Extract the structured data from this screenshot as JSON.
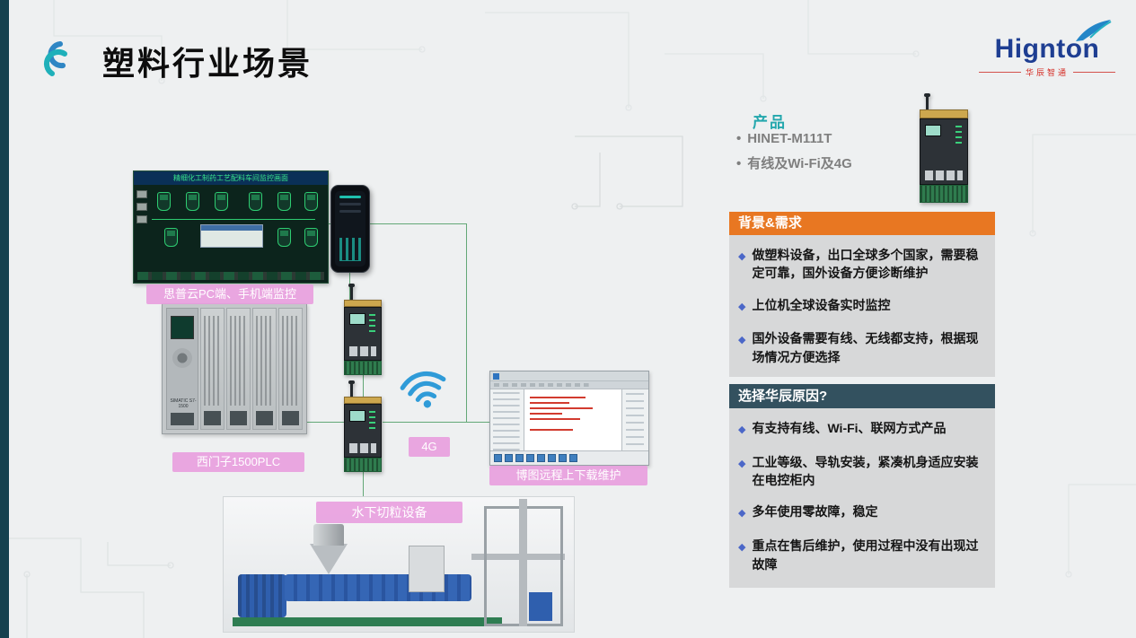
{
  "slide": {
    "title": "塑料行业场景"
  },
  "brand": {
    "name": "Hignton",
    "subtitle": "华辰智通"
  },
  "diagram": {
    "scada_title": "精细化工制药工艺配料车间监控画面",
    "plc_model": "SIMATIC S7-1500",
    "tag_scada": "思普云PC端、手机端监控",
    "tag_plc": "西门子1500PLC",
    "tag_4g": "4G",
    "tag_tia": "博图远程上下载维护",
    "tag_machine": "水下切粒设备"
  },
  "product": {
    "heading": "产品",
    "items": [
      "HINET-M111T",
      "有线及Wi-Fi及4G"
    ]
  },
  "sections": {
    "background": {
      "title": "背景&需求",
      "bullets": [
        "做塑料设备，出口全球多个国家，需要稳定可靠，国外设备方便诊断维护",
        "上位机全球设备实时监控",
        "国外设备需要有线、无线都支持，根据现场情况方便选择"
      ]
    },
    "reasons": {
      "title": "选择华辰原因?",
      "bullets": [
        "有支持有线、Wi-Fi、联网方式产品",
        "工业等级、导轨安装，紧凑机身适应安装在电控柜内",
        "多年使用零故障，稳定",
        "重点在售后维护，使用过程中没有出现过故障"
      ]
    }
  },
  "colors": {
    "accent_teal": "#23a7ad",
    "orange_header": "#e87722",
    "slate_header": "#33515f",
    "tag_pink": "#e8a0de",
    "diamond_blue": "#4b67c8",
    "line_green": "#63a877"
  }
}
